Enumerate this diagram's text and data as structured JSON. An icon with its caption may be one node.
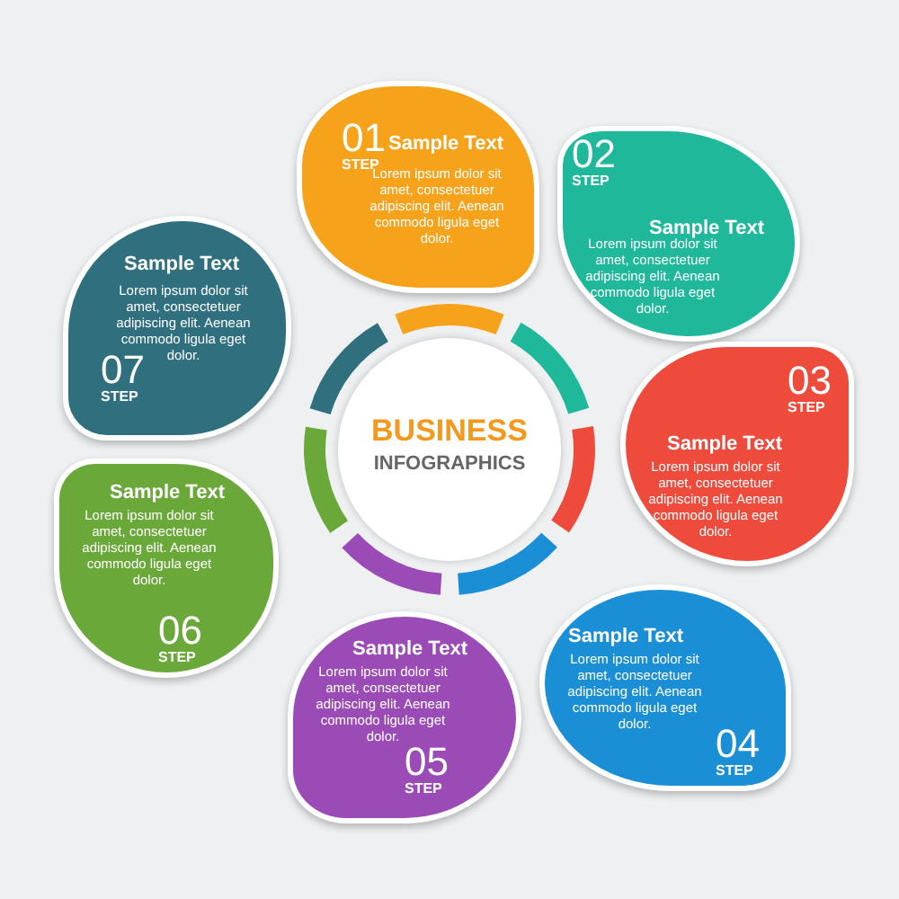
{
  "diagram": {
    "nodes": [
      {
        "text": [
          "BUSINESS",
          "INFOGRAPHICS"
        ]
      },
      {
        "text": [
          "01",
          "STEP",
          "Sample Text",
          "Lorem ipsum dolor sit amet, consectetuer adipiscing elit. Aenean commodo ligula eget dolor."
        ]
      },
      {
        "text": [
          "02",
          "STEP",
          "Sample Text",
          "Lorem ipsum dolor sit amet, consectetuer adipiscing elit. Aenean commodo ligula eget dolor."
        ]
      },
      {
        "text": [
          "03",
          "STEP",
          "Sample Text",
          "Lorem ipsum dolor sit amet, consectetuer adipiscing elit. Aenean commodo ligula eget dolor."
        ]
      },
      {
        "text": [
          "Sample Text",
          "Lorem ipsum dolor sit amet, consectetuer adipiscing elit. Aenean commodo ligula eget dolor.",
          "04",
          "STEP"
        ]
      },
      {
        "text": [
          "Sample Text",
          "Lorem ipsum dolor sit amet, consectetuer adipiscing elit. Aenean commodo ligula eget dolor.",
          "05",
          "STEP"
        ]
      },
      {
        "text": [
          "Sample Text",
          "Lorem ipsum dolor sit amet, consectetuer adipiscing elit. Aenean commodo ligula eget dolor.",
          "06",
          "STEP"
        ]
      },
      {
        "text": [
          "Sample Text",
          "Lorem ipsum dolor sit amet, consectetuer adipiscing elit. Aenean commodo ligula eget dolor.",
          "07",
          "STEP"
        ]
      }
    ],
    "edges": []
  }
}
